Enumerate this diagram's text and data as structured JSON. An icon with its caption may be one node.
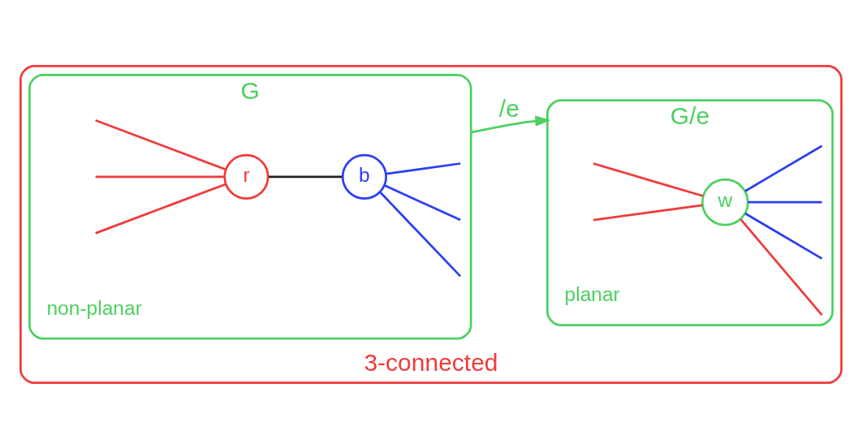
{
  "diagram": {
    "nodes": [
      {
        "text": [
          "3-connected"
        ]
      },
      {
        "text": [
          "G"
        ],
        "beside": [
          "non-planar"
        ],
        "in": 0
      },
      {
        "text": [
          "r"
        ],
        "in": 1
      },
      {
        "text": [
          "b"
        ],
        "in": 1
      },
      {
        "text": [
          "G/e"
        ],
        "beside": [
          "planar"
        ],
        "in": 0
      },
      {
        "text": [
          "w"
        ],
        "in": 4
      }
    ],
    "edges": [
      {
        "from": 2,
        "to": 3,
        "arrow": "none",
        "color": "#222222"
      },
      {
        "from": null,
        "to": 2,
        "arrow": "none",
        "color": "#f03a3a"
      },
      {
        "from": null,
        "to": 2,
        "arrow": "none",
        "color": "#f03a3a"
      },
      {
        "from": null,
        "to": 2,
        "arrow": "none",
        "color": "#f03a3a"
      },
      {
        "from": 3,
        "to": null,
        "arrow": "none",
        "color": "#2a3ff0"
      },
      {
        "from": 3,
        "to": null,
        "arrow": "none",
        "color": "#2a3ff0"
      },
      {
        "from": 3,
        "to": null,
        "arrow": "none",
        "color": "#2a3ff0"
      },
      {
        "from": 1,
        "to": 4,
        "label": "/e",
        "arrow": "to",
        "color": "#4cd060"
      },
      {
        "from": null,
        "to": 5,
        "arrow": "none",
        "color": "#f03a3a"
      },
      {
        "from": null,
        "to": 5,
        "arrow": "none",
        "color": "#f03a3a"
      },
      {
        "from": 5,
        "to": null,
        "arrow": "none",
        "color": "#f03a3a"
      },
      {
        "from": 5,
        "to": null,
        "arrow": "none",
        "color": "#2a3ff0"
      },
      {
        "from": 5,
        "to": null,
        "arrow": "none",
        "color": "#2a3ff0"
      },
      {
        "from": 5,
        "to": null,
        "arrow": "none",
        "color": "#2a3ff0"
      }
    ]
  }
}
